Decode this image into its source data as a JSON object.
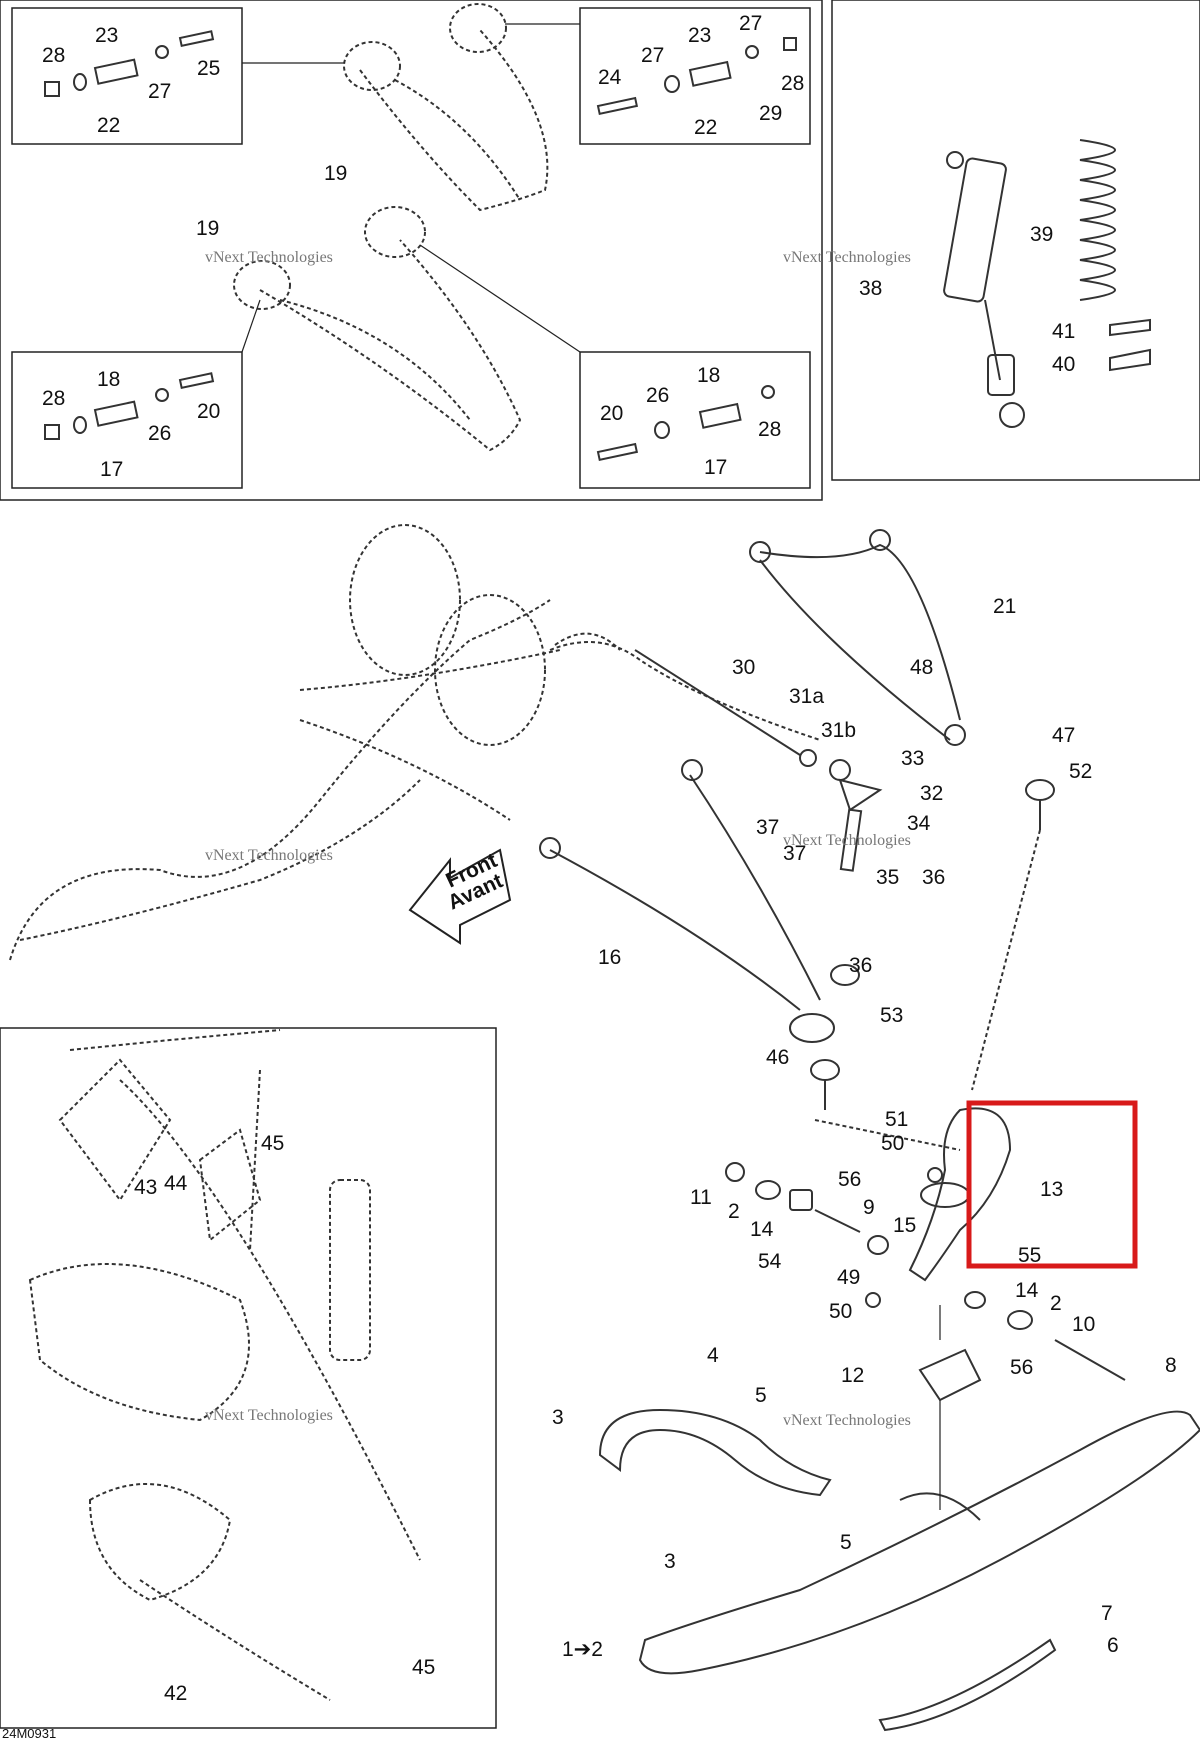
{
  "labels": {
    "l1": "1",
    "l2": "2",
    "l3": "3",
    "l4": "4",
    "l5": "5",
    "l6": "6",
    "l7": "7",
    "l8": "8",
    "l9": "9",
    "l10": "10",
    "l11": "11",
    "l12": "12",
    "l13": "13",
    "l14": "14",
    "l15": "15",
    "l16": "16",
    "l17": "17",
    "l18": "18",
    "l19": "19",
    "l20": "20",
    "l21": "21",
    "l22": "22",
    "l23": "23",
    "l24": "24",
    "l25": "25",
    "l26": "26",
    "l27": "27",
    "l28": "28",
    "l29": "29",
    "l30": "30",
    "l31a": "31a",
    "l31b": "31b",
    "l32": "32",
    "l33": "33",
    "l34": "34",
    "l35": "35",
    "l36": "36",
    "l37": "37",
    "l38": "38",
    "l39": "39",
    "l40": "40",
    "l41": "41",
    "l42": "42",
    "l43": "43",
    "l44": "44",
    "l45": "45",
    "l46": "46",
    "l47": "47",
    "l48": "48",
    "l49": "49",
    "l50": "50",
    "l51": "51",
    "l52": "52",
    "l53": "53",
    "l54": "54",
    "l55": "55",
    "l56": "56",
    "arrow_1_2": "1➔2"
  },
  "front_arrow": {
    "line1": "Front",
    "line2": "Avant"
  },
  "watermark": {
    "brand": "vNext",
    "sub": "Technologies",
    "line": "vNext Technologies"
  },
  "drawing_code": "24M0931",
  "highlight_color": "#d81a1a"
}
